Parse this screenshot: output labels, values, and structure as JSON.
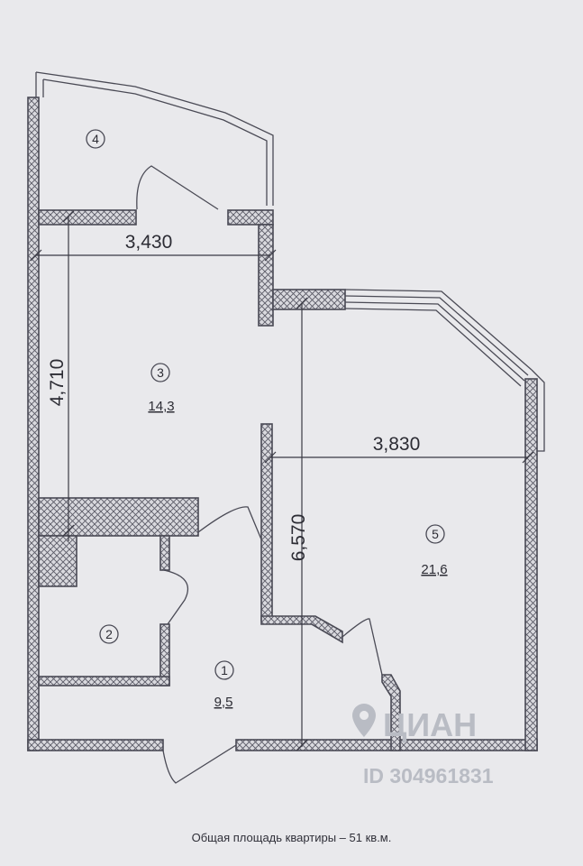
{
  "plan": {
    "rooms": [
      {
        "number": "4",
        "area": ""
      },
      {
        "number": "3",
        "area": "14,3"
      },
      {
        "number": "5",
        "area": "21,6"
      },
      {
        "number": "2",
        "area": ""
      },
      {
        "number": "1",
        "area": "9,5"
      }
    ],
    "dimensions": {
      "room3_width": "3,430",
      "room3_length": "4,710",
      "room5_width": "3,830",
      "room5_length": "6,570"
    }
  },
  "watermark": {
    "brand": "ЦИАН",
    "id": "ID 304961831"
  },
  "caption": "Общая площадь квартиры – 51 кв.м."
}
